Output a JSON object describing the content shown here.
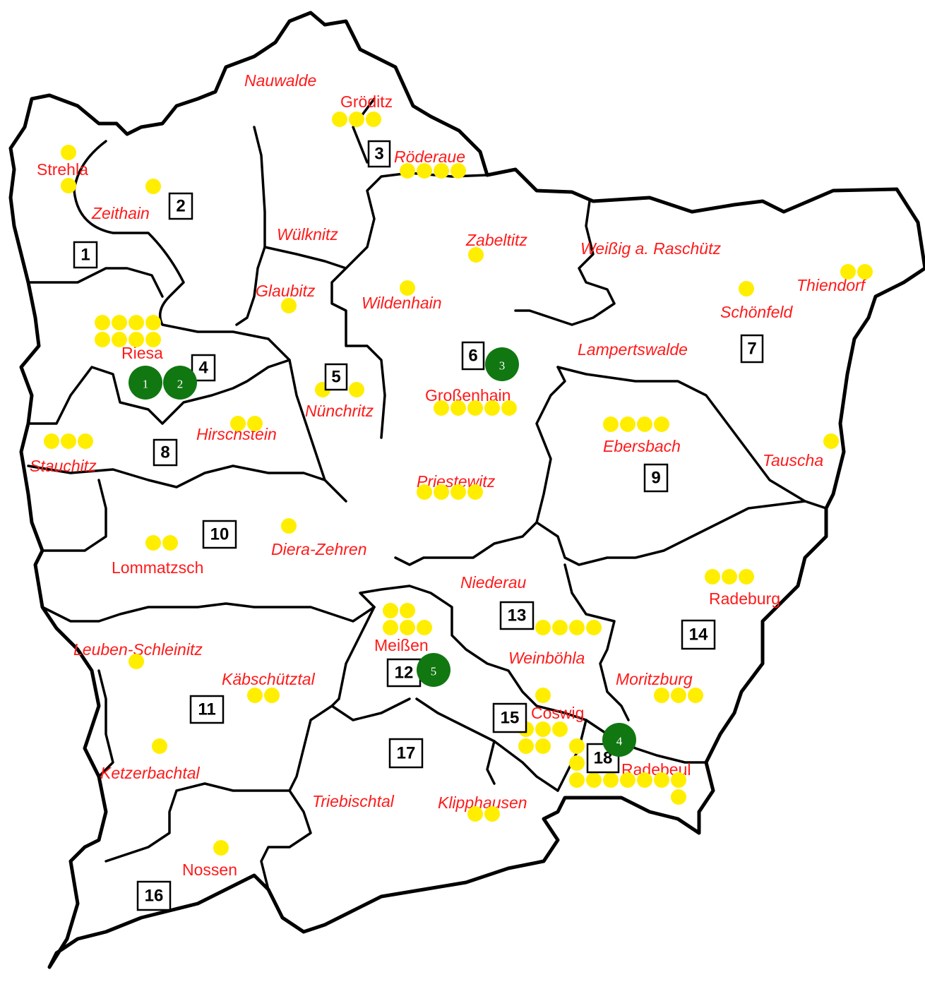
{
  "colors": {
    "town_label": "#ff1a1a",
    "yellow_dot": "#ffee00",
    "green_marker": "#117711",
    "border": "#000000"
  },
  "towns": [
    {
      "name": "Nauwalde",
      "italic": true
    },
    {
      "name": "Gröditz",
      "italic": false
    },
    {
      "name": "Röderaue",
      "italic": true
    },
    {
      "name": "Strehla",
      "italic": false
    },
    {
      "name": "Zeithain",
      "italic": true
    },
    {
      "name": "Wülknitz",
      "italic": true
    },
    {
      "name": "Zabeltitz",
      "italic": true
    },
    {
      "name": "Weißig a. Raschütz",
      "italic": true
    },
    {
      "name": "Thiendorf",
      "italic": true
    },
    {
      "name": "Glaubitz",
      "italic": true
    },
    {
      "name": "Wildenhain",
      "italic": true
    },
    {
      "name": "Schönfeld",
      "italic": true
    },
    {
      "name": "Riesa",
      "italic": false
    },
    {
      "name": "Lampertswalde",
      "italic": true
    },
    {
      "name": "Nünchritz",
      "italic": true
    },
    {
      "name": "Großenhain",
      "italic": false
    },
    {
      "name": "Hirschstein",
      "italic": true
    },
    {
      "name": "Ebersbach",
      "italic": true
    },
    {
      "name": "Tauscha",
      "italic": true
    },
    {
      "name": "Stauchitz",
      "italic": true
    },
    {
      "name": "Priestewitz",
      "italic": true
    },
    {
      "name": "Diera-Zehren",
      "italic": true
    },
    {
      "name": "Lommatzsch",
      "italic": false
    },
    {
      "name": "Niederau",
      "italic": true
    },
    {
      "name": "Radeburg",
      "italic": false
    },
    {
      "name": "Leuben-Schleinitz",
      "italic": true
    },
    {
      "name": "Meißen",
      "italic": false
    },
    {
      "name": "Weinböhla",
      "italic": true
    },
    {
      "name": "Käbschütztal",
      "italic": true
    },
    {
      "name": "Moritzburg",
      "italic": true
    },
    {
      "name": "Coswig",
      "italic": false
    },
    {
      "name": "Radebeul",
      "italic": false
    },
    {
      "name": "Ketzerbachtal",
      "italic": true
    },
    {
      "name": "Triebischtal",
      "italic": true
    },
    {
      "name": "Klipphausen",
      "italic": true
    },
    {
      "name": "Nossen",
      "italic": false
    }
  ],
  "region_numbers": [
    "1",
    "2",
    "3",
    "4",
    "5",
    "6",
    "7",
    "8",
    "9",
    "10",
    "11",
    "12",
    "13",
    "14",
    "15",
    "16",
    "17",
    "18"
  ],
  "markers": [
    "1",
    "2",
    "3",
    "4",
    "5"
  ]
}
